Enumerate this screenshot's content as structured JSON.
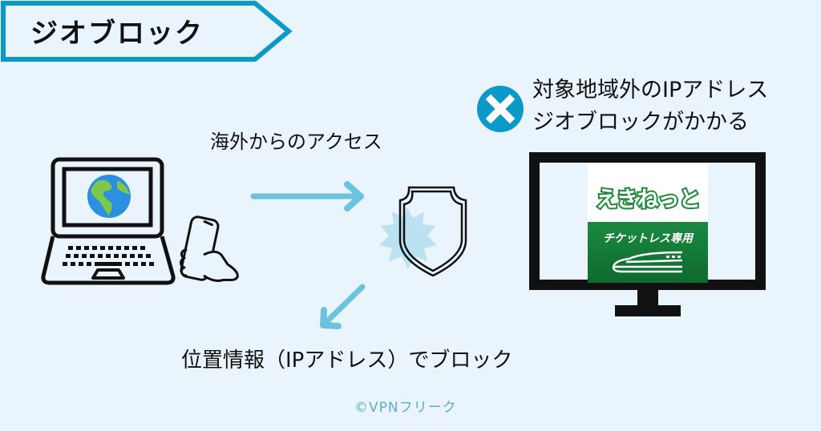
{
  "header": {
    "title": "ジオブロック"
  },
  "labels": {
    "access": "海外からのアクセス",
    "block_reason": "位置情報（IPアドレス）でブロック",
    "result_line1": "対象地域外のIPアドレス",
    "result_line2": "ジオブロックがかかる",
    "credit": "©VPNフリーク"
  },
  "service_card": {
    "logo": "えきねっと",
    "subtitle": "チケットレス専用"
  },
  "icons": {
    "result": "x-circle-icon",
    "laptop": "laptop-globe-icon",
    "phone": "hand-smartphone-icon",
    "shield": "shield-icon",
    "monitor": "monitor-icon",
    "train": "shinkansen-icon"
  },
  "colors": {
    "background": "#eaf4fc",
    "accent": "#0b9ac8",
    "arrow": "#6cc3df",
    "burst": "#b5e0f0",
    "brand_green": "#1b8940"
  }
}
